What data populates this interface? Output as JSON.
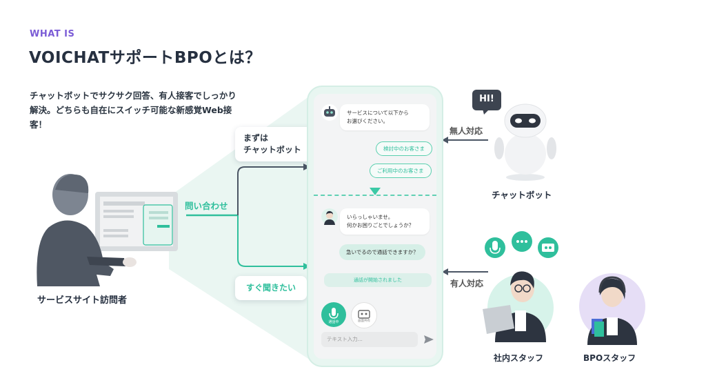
{
  "header": {
    "eyebrow": "WHAT IS",
    "title": "VOICHATサポートBPOとは？",
    "description": "チャットボットでサクサク回答、有人接客でしっかり解決。どちらも自在にスイッチ可能な新感覚Web接客！"
  },
  "flow": {
    "visitor_label": "サービスサイト訪問者",
    "inquiry_label": "問い合わせ",
    "first_chatbot_line1": "まずは",
    "first_chatbot_line2": "チャットボット",
    "want_call_label": "すぐ聞きたい"
  },
  "chat": {
    "bot_line1": "サービスについて以下から",
    "bot_line2": "お選びください。",
    "option_1": "検討中のお客さま",
    "option_2": "ご利用中のお客さま",
    "staff_line1": "いらっしゃいませ。",
    "staff_line2": "何かお困りごとでしょうか？",
    "user_message": "急いでるので通話できますか？",
    "system_message": "通話が開始されました",
    "call_button_label": "通話中",
    "screen_share_label": "画面共有",
    "input_placeholder": "テキスト入力..."
  },
  "right": {
    "unmanned_label": "無人対応",
    "manned_label": "有人対応",
    "hi_text": "HI!",
    "chatbot_name": "チャットボット",
    "staff_name": "社内スタッフ",
    "bpo_name": "BPOスタッフ"
  },
  "colors": {
    "accent": "#2fbf9c",
    "eyebrow": "#7b5cd6",
    "phone_bg": "#e8f6f1",
    "text_dark": "#263040"
  },
  "icons": [
    "robot-icon",
    "microphone-icon",
    "screen-share-icon",
    "send-icon",
    "chat-icon",
    "headset-icon"
  ]
}
